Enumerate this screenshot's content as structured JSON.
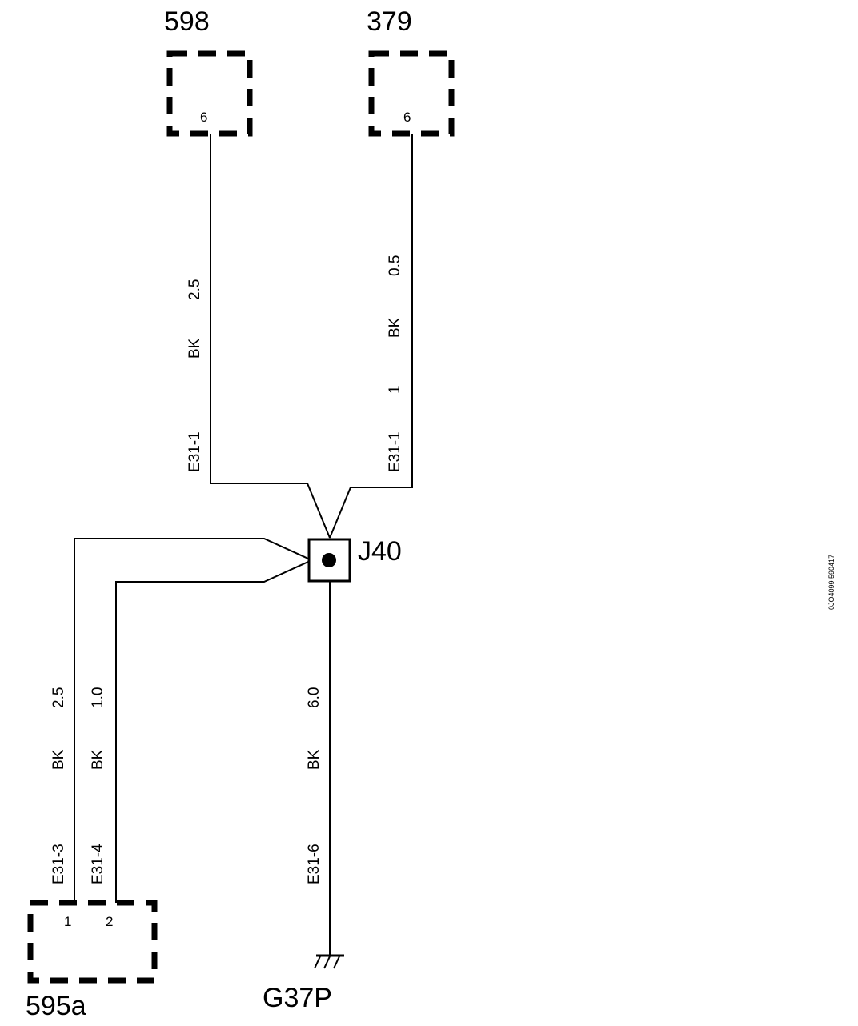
{
  "connectors": {
    "c598": {
      "label": "598",
      "pin": "6"
    },
    "c379": {
      "label": "379",
      "pin": "6"
    },
    "c595a": {
      "label": "595a",
      "pin1": "1",
      "pin2": "2"
    }
  },
  "splice": {
    "label": "J40"
  },
  "ground": {
    "label": "G37P"
  },
  "wires": {
    "w598": {
      "circuit": "E31-1",
      "color": "BK",
      "size": "2.5"
    },
    "w379": {
      "circuit": "E31-1",
      "extra": "1",
      "color": "BK",
      "size": "0.5"
    },
    "w595a_1": {
      "circuit": "E31-3",
      "color": "BK",
      "size": "2.5"
    },
    "w595a_2": {
      "circuit": "E31-4",
      "color": "BK",
      "size": "1.0"
    },
    "wG37P": {
      "circuit": "E31-6",
      "color": "BK",
      "size": "6.0"
    }
  },
  "reference_code": "0JO4099 590417"
}
